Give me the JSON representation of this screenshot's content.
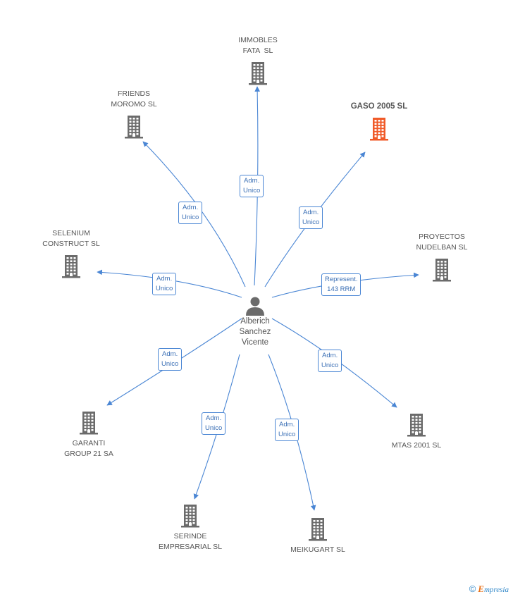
{
  "colors": {
    "edge": "#4a86d4",
    "building": "#6b6b6b",
    "highlight": "#f05a28",
    "person": "#6b6b6b"
  },
  "center": {
    "label": "Alberich\nSanchez\nVicente"
  },
  "nodes": [
    {
      "id": "immobles",
      "label": "IMMOBLES\nFATA  SL",
      "edge_label": "Adm.\nUnico",
      "highlight": false
    },
    {
      "id": "gaso",
      "label": "GASO 2005 SL",
      "edge_label": "Adm.\nUnico",
      "highlight": true
    },
    {
      "id": "friends",
      "label": "FRIENDS\nMOROMO SL",
      "edge_label": "Adm.\nUnico",
      "highlight": false
    },
    {
      "id": "selenium",
      "label": "SELENIUM\nCONSTRUCT SL",
      "edge_label": "Adm.\nUnico",
      "highlight": false
    },
    {
      "id": "proyectos",
      "label": "PROYECTOS\nNUDELBAN SL",
      "edge_label": "Represent.\n143 RRM",
      "highlight": false
    },
    {
      "id": "garanti",
      "label": "GARANTI\nGROUP 21 SA",
      "edge_label": "Adm.\nUnico",
      "highlight": false
    },
    {
      "id": "mtas",
      "label": "MTAS 2001 SL",
      "edge_label": "Adm.\nUnico",
      "highlight": false
    },
    {
      "id": "serinde",
      "label": "SERINDE\nEMPRESARIAL SL",
      "edge_label": "Adm.\nUnico",
      "highlight": false
    },
    {
      "id": "meikugart",
      "label": "MEIKUGART SL",
      "edge_label": "Adm.\nUnico",
      "highlight": false
    }
  ],
  "brand": {
    "symbol": "©",
    "initial": "E",
    "rest": "mpresia"
  }
}
